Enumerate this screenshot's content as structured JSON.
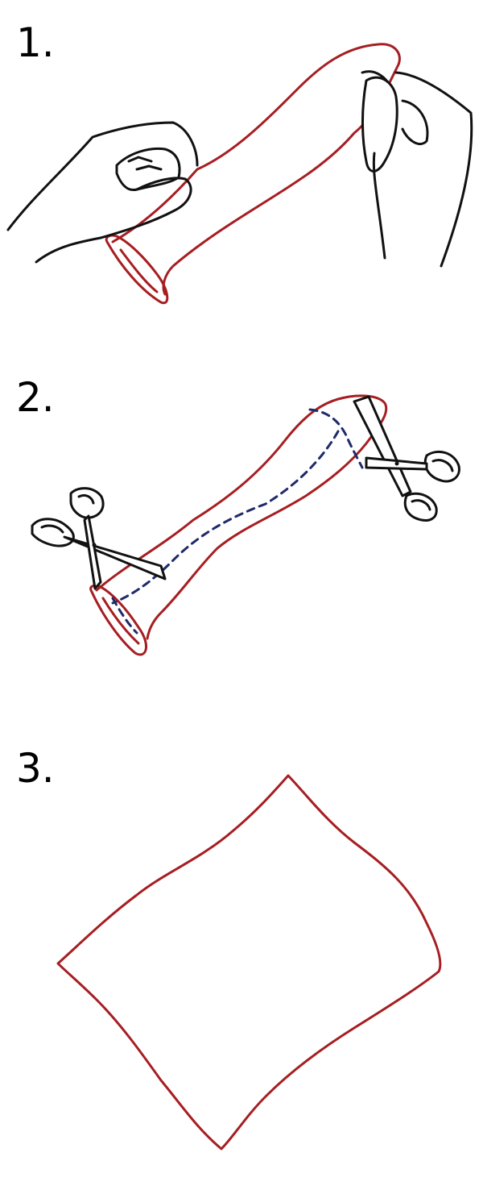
{
  "steps": [
    {
      "label": "1.",
      "illustration": "hands-stretching-sock"
    },
    {
      "label": "2.",
      "illustration": "scissors-cutting-sock"
    },
    {
      "label": "3.",
      "illustration": "flat-fabric-piece"
    }
  ],
  "colors": {
    "outline": "#111111",
    "sock": "#a61e22",
    "cut_line": "#1f2a6b"
  }
}
